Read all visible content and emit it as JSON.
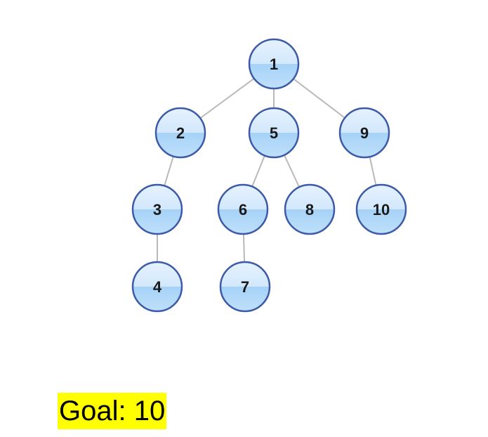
{
  "tree": {
    "nodes": [
      {
        "id": "1",
        "label": "1"
      },
      {
        "id": "2",
        "label": "2"
      },
      {
        "id": "5",
        "label": "5"
      },
      {
        "id": "9",
        "label": "9"
      },
      {
        "id": "3",
        "label": "3"
      },
      {
        "id": "6",
        "label": "6"
      },
      {
        "id": "8",
        "label": "8"
      },
      {
        "id": "10",
        "label": "10"
      },
      {
        "id": "4",
        "label": "4"
      },
      {
        "id": "7",
        "label": "7"
      }
    ],
    "edges": [
      [
        "1",
        "2"
      ],
      [
        "1",
        "5"
      ],
      [
        "1",
        "9"
      ],
      [
        "2",
        "3"
      ],
      [
        "3",
        "4"
      ],
      [
        "5",
        "6"
      ],
      [
        "5",
        "8"
      ],
      [
        "6",
        "7"
      ],
      [
        "9",
        "10"
      ]
    ],
    "colors": {
      "node_fill_top": "#e6f2ff",
      "node_fill_bottom": "#a6d2f7",
      "node_stroke": "#3c5aa8",
      "edge": "#b9b9b9"
    }
  },
  "goal": {
    "text": "Goal: 10",
    "highlight_color": "#ffff00"
  }
}
